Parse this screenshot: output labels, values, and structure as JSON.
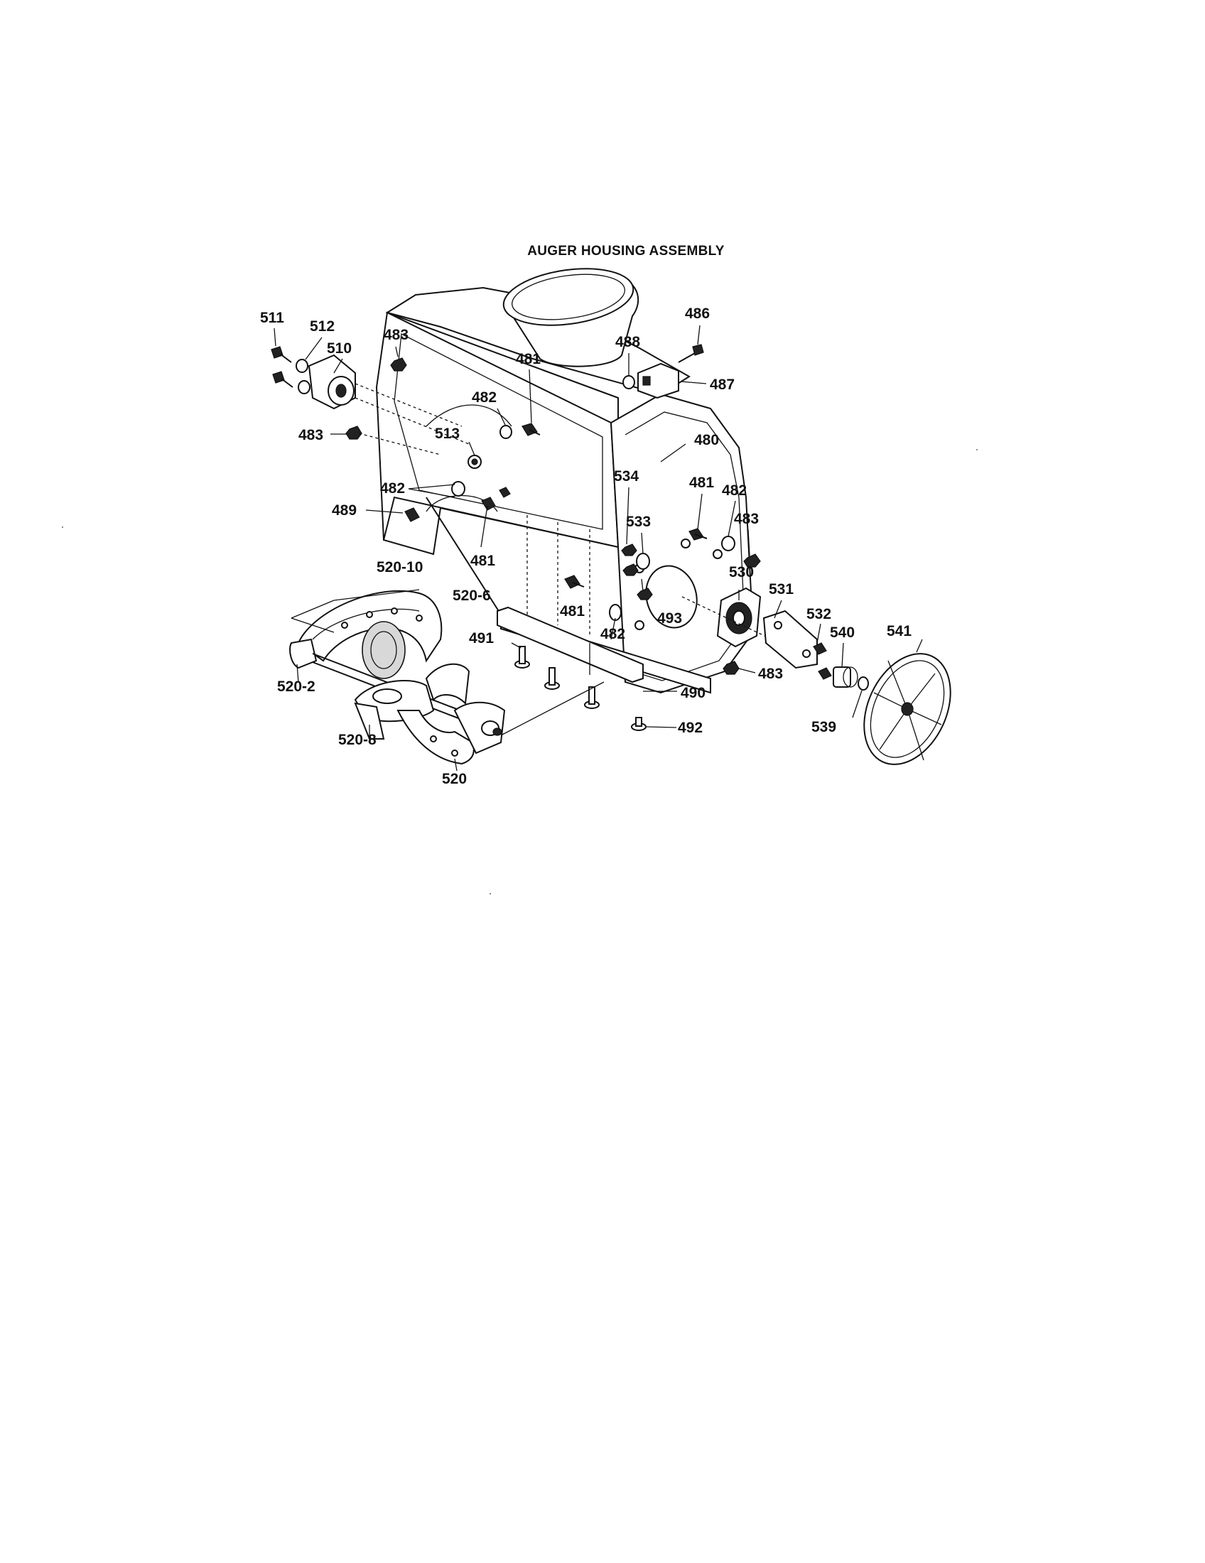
{
  "title": "AUGER HOUSING ASSEMBLY",
  "callouts": [
    {
      "id": "c511",
      "text": "511"
    },
    {
      "id": "c512",
      "text": "512"
    },
    {
      "id": "c510",
      "text": "510"
    },
    {
      "id": "c483a",
      "text": "483"
    },
    {
      "id": "c481a",
      "text": "481"
    },
    {
      "id": "c488",
      "text": "488"
    },
    {
      "id": "c486",
      "text": "486"
    },
    {
      "id": "c487",
      "text": "487"
    },
    {
      "id": "c482a",
      "text": "482"
    },
    {
      "id": "c483b",
      "text": "483"
    },
    {
      "id": "c513",
      "text": "513"
    },
    {
      "id": "c480",
      "text": "480"
    },
    {
      "id": "c534",
      "text": "534"
    },
    {
      "id": "c481b",
      "text": "481"
    },
    {
      "id": "c482b",
      "text": "482"
    },
    {
      "id": "c482c",
      "text": "482"
    },
    {
      "id": "c483c",
      "text": "483"
    },
    {
      "id": "c489",
      "text": "489"
    },
    {
      "id": "c533",
      "text": "533"
    },
    {
      "id": "c481c",
      "text": "481"
    },
    {
      "id": "c520-10",
      "text": "520-10"
    },
    {
      "id": "c530",
      "text": "530"
    },
    {
      "id": "c520-6",
      "text": "520-6"
    },
    {
      "id": "c531",
      "text": "531"
    },
    {
      "id": "c481d",
      "text": "481"
    },
    {
      "id": "c493",
      "text": "493"
    },
    {
      "id": "c532",
      "text": "532"
    },
    {
      "id": "c540",
      "text": "540"
    },
    {
      "id": "c541",
      "text": "541"
    },
    {
      "id": "c491",
      "text": "491"
    },
    {
      "id": "c482d",
      "text": "482"
    },
    {
      "id": "c483d",
      "text": "483"
    },
    {
      "id": "c520-2",
      "text": "520-2"
    },
    {
      "id": "c490",
      "text": "490"
    },
    {
      "id": "c539",
      "text": "539"
    },
    {
      "id": "c492",
      "text": "492"
    },
    {
      "id": "c520-8",
      "text": "520-8"
    },
    {
      "id": "c520",
      "text": "520"
    }
  ]
}
